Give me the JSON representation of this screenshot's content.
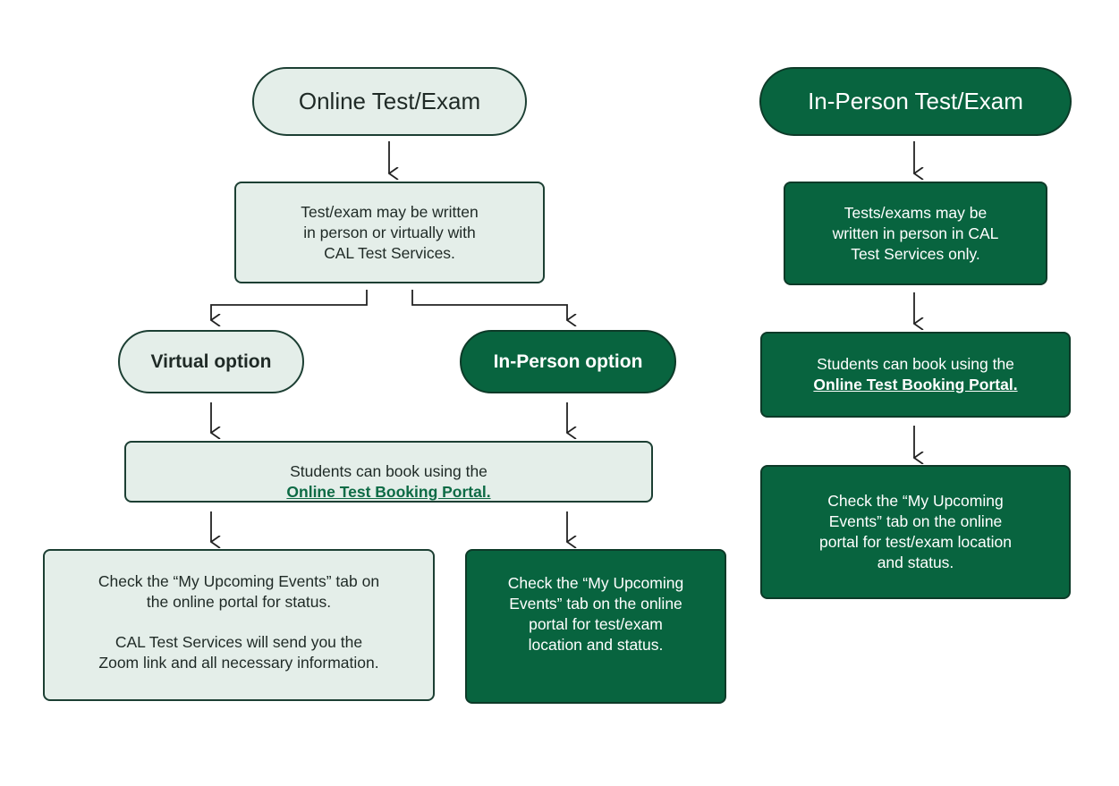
{
  "online": {
    "title": "Online Test/Exam",
    "intro": "Test/exam may be written\nin person or virtually with\nCAL Test Services.",
    "virtual_label": "Virtual option",
    "inperson_label": "In-Person option",
    "book_prefix": "Students can book using the",
    "book_link": "Online Test Booking Portal.",
    "virtual_status_1": "Check the “My Upcoming Events” tab on\nthe online portal for status.",
    "virtual_status_2": "CAL Test Services will send you the\nZoom link and all necessary information.",
    "inperson_status": "Check the “My Upcoming\nEvents” tab on the online\nportal for test/exam\nlocation and status."
  },
  "inperson": {
    "title": "In-Person Test/Exam",
    "intro": "Tests/exams may be\nwritten in person in CAL\nTest Services only.",
    "book_prefix": "Students can book using the",
    "book_link": "Online Test Booking Portal.",
    "status": "Check the “My Upcoming\nEvents” tab on the online\nportal for test/exam location\nand status."
  },
  "colors": {
    "light_fill": "#e4eee9",
    "dark_fill": "#08643f",
    "outline": "#1c3f33",
    "link": "#0d6b45"
  }
}
